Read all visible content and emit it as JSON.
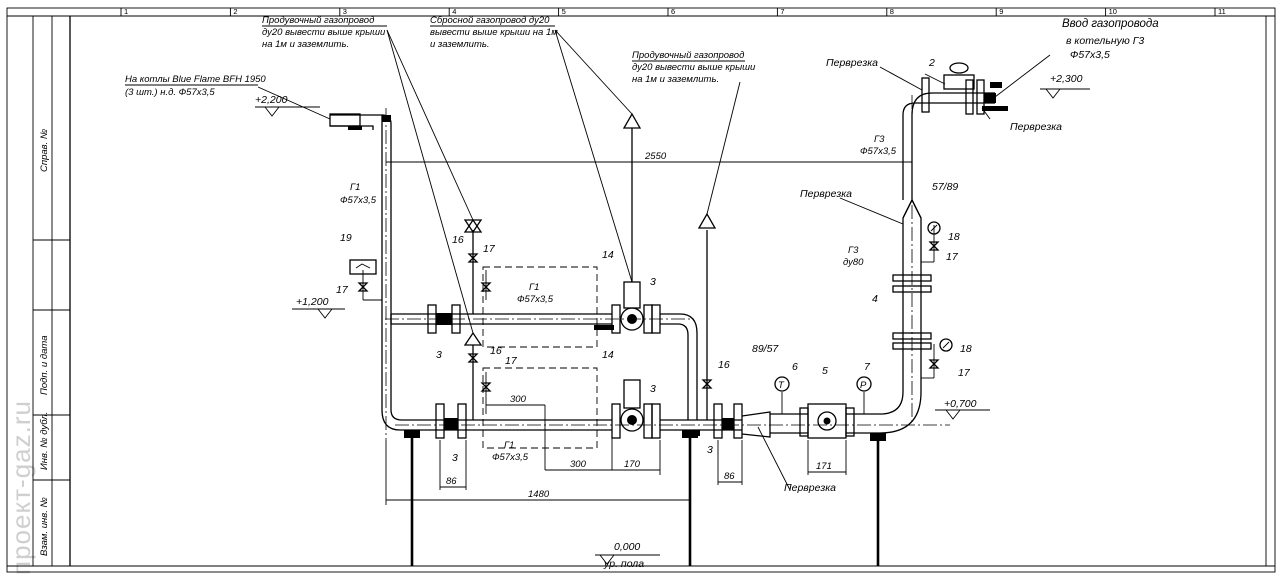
{
  "ruler": {
    "ticks": [
      "1",
      "2",
      "3",
      "4",
      "5",
      "6",
      "7",
      "8",
      "9",
      "10",
      "11"
    ]
  },
  "watermark": "проект-gaz.ru",
  "stamp_side": [
    "Справ. №",
    "Подп. и дата",
    "Инв. № дубл.",
    "Взам. инв. №"
  ],
  "notes": {
    "purge1": [
      "Продувочный газопровод",
      "ду20 вывести выше крыши",
      "на 1м и заземлить."
    ],
    "relief": [
      "Сбросной газопровод ду20",
      "вывести выше крыши на 1м",
      "и заземлить."
    ],
    "purge2": [
      "Продувочный газопровод",
      "ду20 вывести выше крыши",
      "на 1м и заземлить."
    ],
    "inlet": [
      "Ввод газопровода",
      "в котельную Г3",
      "Ф57х3,5"
    ],
    "boilers": [
      "На котлы Blue Flame BFH 1950",
      "(3 шт.) н.д. Ф57х3,5"
    ]
  },
  "levels": {
    "l2200": "+2,200",
    "l1200": "+1,200",
    "l2300": "+2,300",
    "l0700": "+0,700",
    "l0000": "0,000",
    "floor": "ур. пола"
  },
  "tie_in": "Перврезка",
  "tie_ins": {
    "a": "Перврезка",
    "b": "Перврезка",
    "c": "Перврезка",
    "d": "Перврезка"
  },
  "pipe_labels": {
    "g1_riser": [
      "Г1",
      "Ф57х3,5"
    ],
    "g1_upper": [
      "Г1",
      "Ф57х3,5"
    ],
    "g1_lower": [
      "Г1",
      "Ф57х3,5"
    ],
    "g3_top": [
      "Г3",
      "Ф57х3,5"
    ],
    "g3_du80": [
      "Г3",
      "ду80"
    ]
  },
  "dims": {
    "d2550": "2550",
    "d300a": "300",
    "d300b": "300",
    "d170": "170",
    "d1480": "1480",
    "d86a": "86",
    "d86b": "86",
    "d171": "171",
    "d5789": "57/89",
    "d8957": "89/57"
  },
  "positions": {
    "p2": "2",
    "p3a": "3",
    "p3b": "3",
    "p3c": "3",
    "p3d": "3",
    "p3e": "3",
    "p4": "4",
    "p5": "5",
    "p6": "6",
    "p7": "7",
    "p14a": "14",
    "p14b": "14",
    "p16a": "16",
    "p16b": "16",
    "p16c": "16",
    "p17a": "17",
    "p17b": "17",
    "p17c": "17",
    "p17d": "17",
    "p17e": "17",
    "p18a": "18",
    "p18b": "18",
    "p19": "19"
  },
  "gauges": {
    "t": "T",
    "p": "P"
  }
}
